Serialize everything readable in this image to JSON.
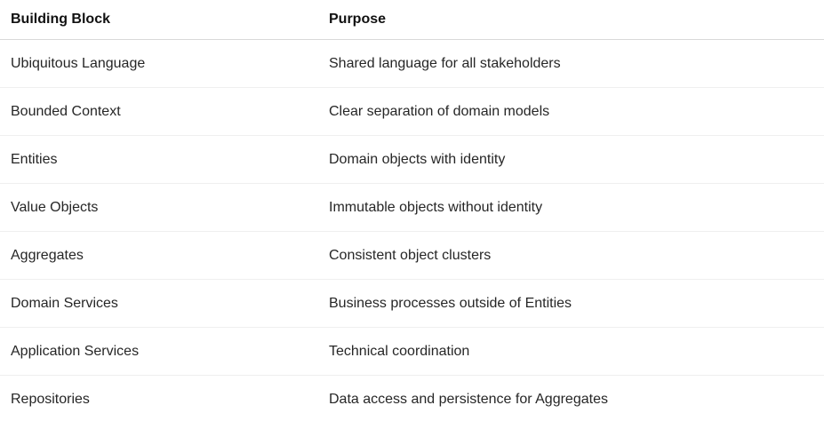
{
  "table": {
    "headers": [
      "Building Block",
      "Purpose"
    ],
    "rows": [
      [
        "Ubiquitous Language",
        "Shared language for all stakeholders"
      ],
      [
        "Bounded Context",
        "Clear separation of domain models"
      ],
      [
        "Entities",
        "Domain objects with identity"
      ],
      [
        "Value Objects",
        "Immutable objects without identity"
      ],
      [
        "Aggregates",
        "Consistent object clusters"
      ],
      [
        "Domain Services",
        "Business processes outside of Entities"
      ],
      [
        "Application Services",
        "Technical coordination"
      ],
      [
        "Repositories",
        "Data access and persistence for Aggregates"
      ]
    ]
  }
}
